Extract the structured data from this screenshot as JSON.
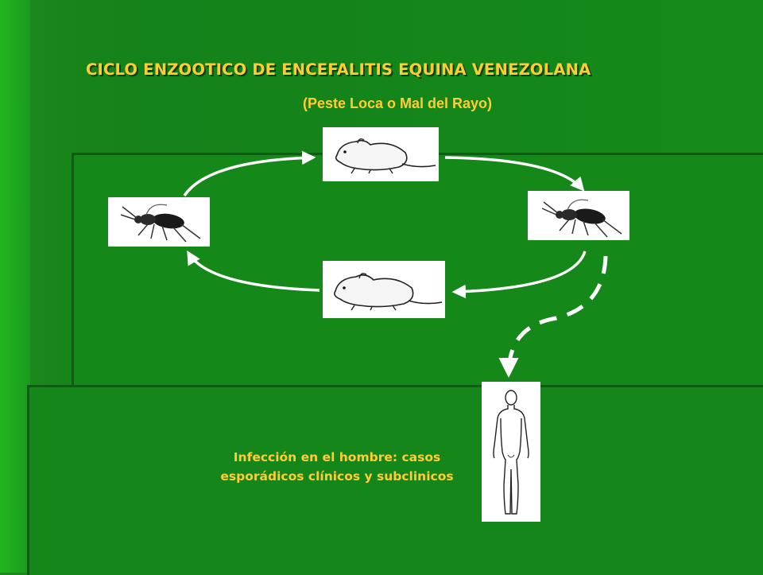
{
  "slide": {
    "title": "CICLO ENZOOTICO DE ENCEFALITIS EQUINA VENEZOLANA",
    "subtitle": "(Peste Loca o Mal del Rayo)",
    "caption": "Infección en el hombre: casos esporádicos clínicos y subclinicos"
  },
  "colors": {
    "background": "#15881a",
    "text_accent": "#ffcc33",
    "arrow": "#ffffff"
  },
  "diagram": {
    "nodes": [
      {
        "id": "rodent-top",
        "icon": "rodent-icon"
      },
      {
        "id": "mosquito-right",
        "icon": "mosquito-icon"
      },
      {
        "id": "rodent-bottom",
        "icon": "rodent-icon"
      },
      {
        "id": "mosquito-left",
        "icon": "mosquito-icon"
      },
      {
        "id": "human",
        "icon": "human-figure-icon"
      }
    ],
    "edges": [
      {
        "from": "mosquito-left",
        "to": "rodent-top",
        "style": "solid"
      },
      {
        "from": "rodent-top",
        "to": "mosquito-right",
        "style": "solid"
      },
      {
        "from": "mosquito-right",
        "to": "rodent-bottom",
        "style": "solid"
      },
      {
        "from": "rodent-bottom",
        "to": "mosquito-left",
        "style": "solid"
      },
      {
        "from": "mosquito-right",
        "to": "human",
        "style": "dashed"
      }
    ]
  }
}
